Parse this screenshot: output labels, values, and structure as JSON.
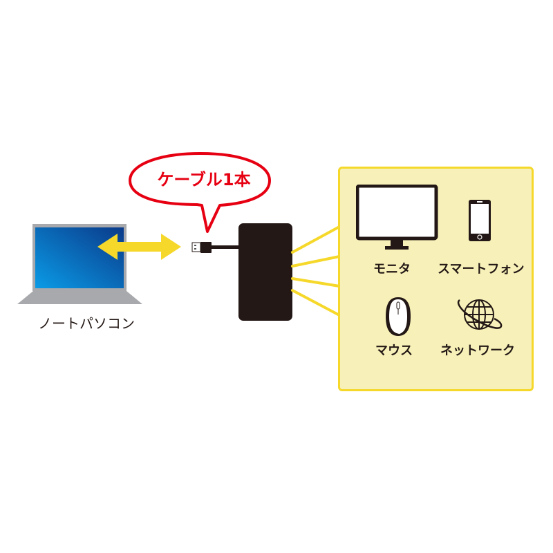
{
  "diagram": {
    "laptop": {
      "label": "ノートパソコン"
    },
    "callout": {
      "text": "ケーブル1本"
    },
    "hub": {
      "description": "USB hub adapter"
    },
    "devices": [
      {
        "label": "モニタ",
        "icon": "monitor-icon"
      },
      {
        "label": "スマートフォン",
        "icon": "smartphone-icon"
      },
      {
        "label": "マウス",
        "icon": "mouse-icon"
      },
      {
        "label": "ネットワーク",
        "icon": "globe-network-icon"
      }
    ],
    "colors": {
      "arrow": "#f5d82a",
      "callout": "#e60012",
      "panel_bg": "#f7f1b9",
      "panel_border": "#f5d82a",
      "hub": "#231815",
      "screen_from": "#0a8fe0",
      "screen_to": "#0a3e8c"
    }
  }
}
